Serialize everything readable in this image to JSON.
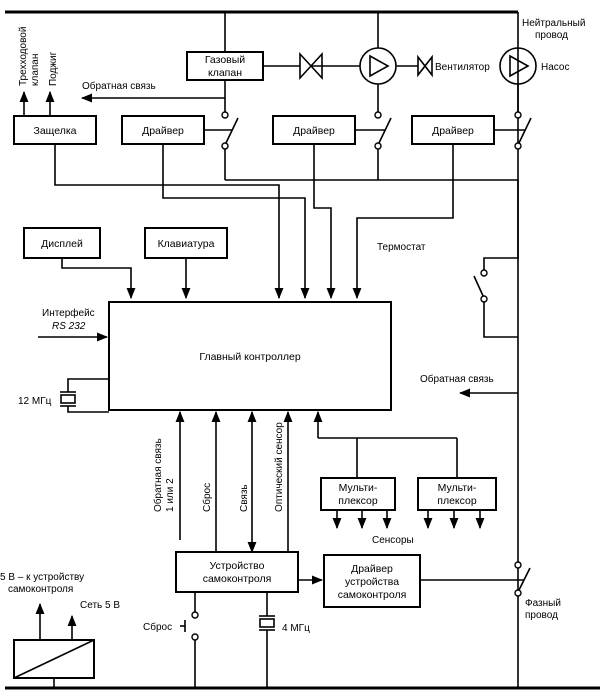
{
  "blocks": {
    "gas_valve": [
      "Газовый",
      "клапан"
    ],
    "latch": "Защелка",
    "driver": "Драйвер",
    "display": "Дисплей",
    "keyboard": "Клавиатура",
    "main_controller": "Главный контроллер",
    "mux": [
      "Мульти-",
      "плексор"
    ],
    "self_check": [
      "Устройство",
      "самоконтроля"
    ],
    "self_check_driver": [
      "Драйвер",
      "устройства",
      "самоконтроля"
    ]
  },
  "labels": {
    "neutral": [
      "Нейтральный",
      "провод"
    ],
    "fan": "Вентилятор",
    "pump": "Насос",
    "three_way": [
      "Трехходовой",
      "клапан"
    ],
    "ignition": "Поджиг",
    "feedback": "Обратная связь",
    "thermostat": "Термостат",
    "interface_1": "Интерфейс",
    "interface_2": "RS 232",
    "crystal_main": "12 МГц",
    "feedback_12": [
      "Обратная связь",
      "1 или 2"
    ],
    "reset_signal": "Сброс",
    "link": "Связь",
    "optical": "Оптический сенсор",
    "sensors": "Сенсоры",
    "supply": [
      "5 В – к устройству",
      "самоконтроля"
    ],
    "net5v": "Сеть 5 В",
    "reset_button": "Сброс",
    "crystal_self": "4 МГц",
    "phase": [
      "Фазный",
      "провод"
    ]
  }
}
